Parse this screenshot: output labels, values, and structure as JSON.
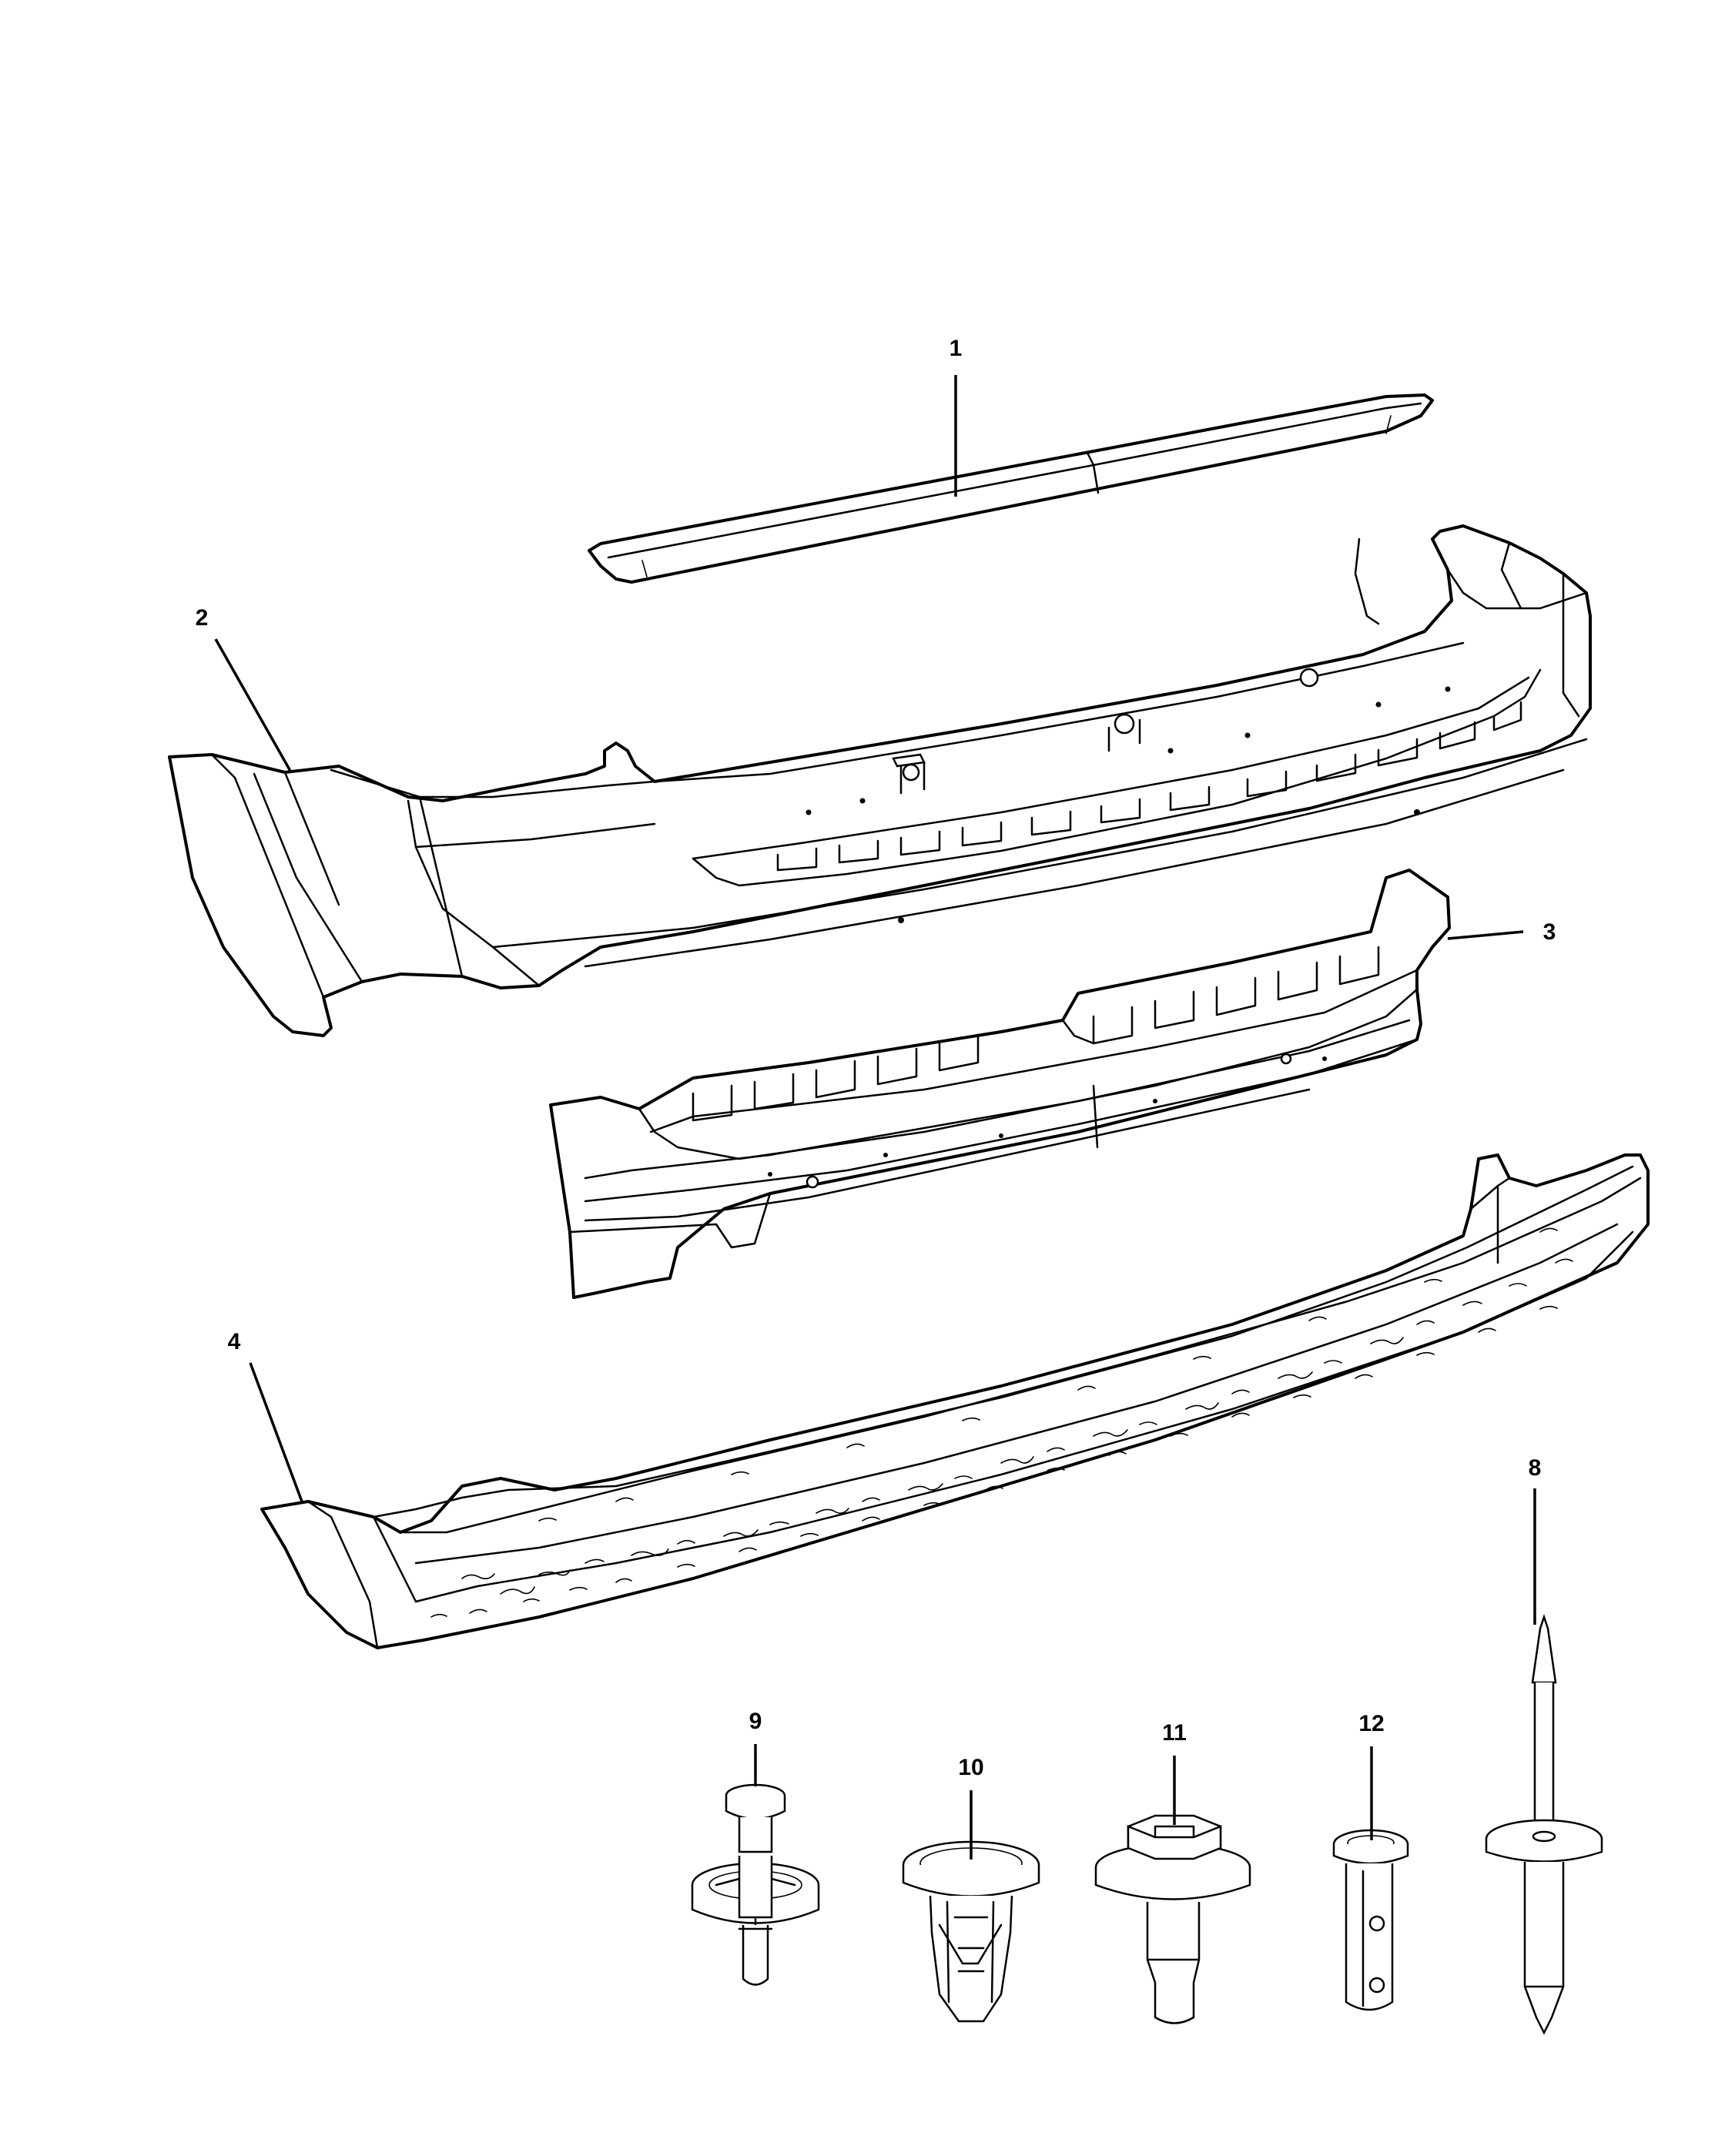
{
  "diagram": {
    "callouts": [
      {
        "id": "1",
        "label": "1"
      },
      {
        "id": "2",
        "label": "2"
      },
      {
        "id": "3",
        "label": "3"
      },
      {
        "id": "4",
        "label": "4"
      },
      {
        "id": "8",
        "label": "8"
      },
      {
        "id": "9",
        "label": "9"
      },
      {
        "id": "10",
        "label": "10"
      },
      {
        "id": "11",
        "label": "11"
      },
      {
        "id": "12",
        "label": "12"
      }
    ]
  }
}
